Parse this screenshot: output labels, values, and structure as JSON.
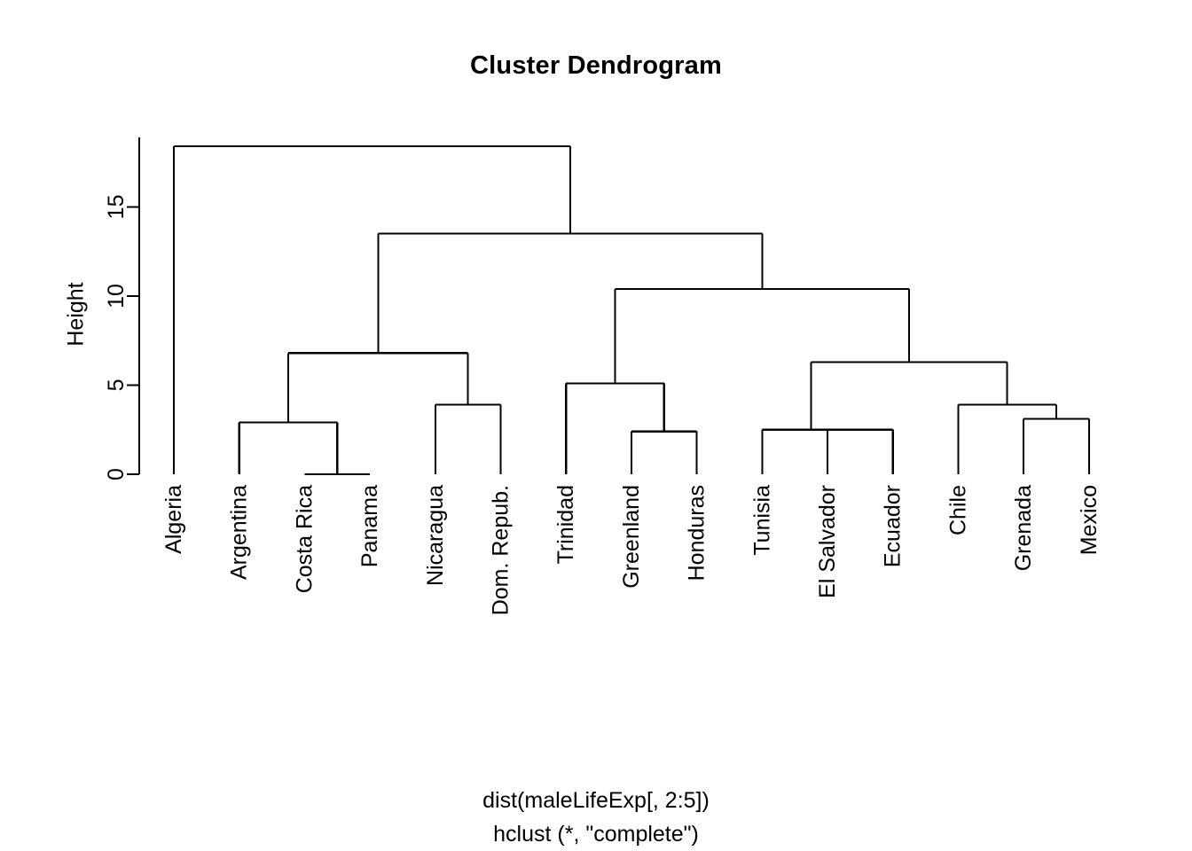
{
  "chart_data": {
    "type": "dendrogram",
    "title": "Cluster Dendrogram",
    "xlabel": "",
    "ylabel": "Height",
    "caption_lines": [
      "dist(maleLifeExp[, 2:5])",
      "hclust (*, \"complete\")"
    ],
    "grid": false,
    "legend": "none",
    "ylim": [
      0,
      18.9
    ],
    "yticks": [
      0,
      5,
      10,
      15
    ],
    "ytick_labels": [
      "0",
      "5",
      "10",
      "15"
    ],
    "leaf_order": [
      "Algeria",
      "Argentina",
      "Costa Rica",
      "Panama",
      "Nicaragua",
      "Dom. Repub.",
      "Trinidad",
      "Greenland",
      "Honduras",
      "Tunisia",
      "El Salvador",
      "Ecuador",
      "Chile",
      "Grenada",
      "Mexico"
    ],
    "merges": [
      {
        "id": "m1",
        "label": "Costa Rica + Panama",
        "height": 0.0,
        "left": "Costa Rica",
        "right": "Panama"
      },
      {
        "id": "m2",
        "label": "Argentina + (Costa Rica, Panama)",
        "height": 2.9,
        "left": "Argentina",
        "right": "m1"
      },
      {
        "id": "m3",
        "label": "Nicaragua + Dom. Repub.",
        "height": 3.9,
        "left": "Nicaragua",
        "right": "Dom. Repub."
      },
      {
        "id": "m4",
        "label": "Greenland + Honduras",
        "height": 2.4,
        "left": "Greenland",
        "right": "Honduras"
      },
      {
        "id": "m5",
        "label": "El Salvador + Ecuador",
        "height": 2.5,
        "left": "El Salvador",
        "right": "Ecuador"
      },
      {
        "id": "m6",
        "label": "Tunisia + (El Salvador, Ecuador)",
        "height": 2.5,
        "left": "Tunisia",
        "right": "m5"
      },
      {
        "id": "m7",
        "label": "Grenada + Mexico",
        "height": 3.1,
        "left": "Grenada",
        "right": "Mexico"
      },
      {
        "id": "m8",
        "label": "Chile + (Grenada, Mexico)",
        "height": 3.9,
        "left": "Chile",
        "right": "m7"
      },
      {
        "id": "m9",
        "label": "Trinidad + (Greenland, Honduras)",
        "height": 5.1,
        "left": "Trinidad",
        "right": "m4"
      },
      {
        "id": "m10",
        "label": "Tunisia-cluster + Chile-cluster",
        "height": 6.3,
        "left": "m6",
        "right": "m8"
      },
      {
        "id": "m11",
        "label": "Argentina-cluster + Nicaragua pair",
        "height": 6.8,
        "left": "m2",
        "right": "m3"
      },
      {
        "id": "m12",
        "label": "Trinidad-cluster + m10",
        "height": 10.4,
        "left": "m9",
        "right": "m10"
      },
      {
        "id": "m13",
        "label": "m11 + m12",
        "height": 13.5,
        "left": "m11",
        "right": "m12"
      },
      {
        "id": "m14",
        "label": "Algeria + m13",
        "height": 18.4,
        "left": "Algeria",
        "right": "m13"
      }
    ]
  }
}
